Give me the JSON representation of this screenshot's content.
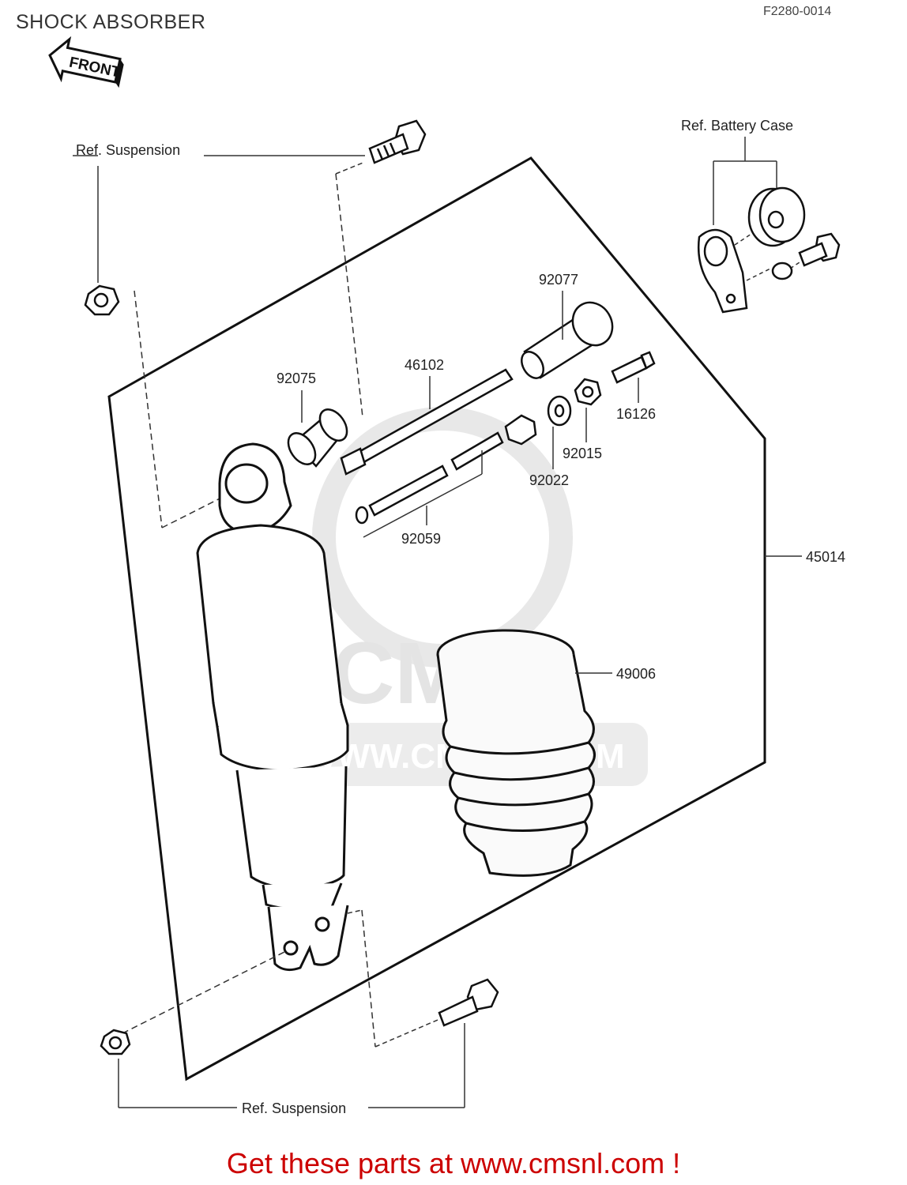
{
  "header": {
    "title": "SHOCK ABSORBER",
    "figure_code": "F2280-0014",
    "front_label": "FRONT"
  },
  "labels": {
    "ref_suspension_top": "Ref. Suspension",
    "ref_suspension_bottom": "Ref. Suspension",
    "ref_battery_case": "Ref. Battery Case"
  },
  "parts": {
    "p92077": "92077",
    "p46102": "46102",
    "p92075": "92075",
    "p16126": "16126",
    "p92015": "92015",
    "p92022": "92022",
    "p92059": "92059",
    "p45014": "45014",
    "p49006": "49006"
  },
  "watermark": {
    "text": "CMS",
    "url": "WWW.CMSNL.COM"
  },
  "footer": {
    "text": "Get these parts at www.cmsnl.com !"
  }
}
